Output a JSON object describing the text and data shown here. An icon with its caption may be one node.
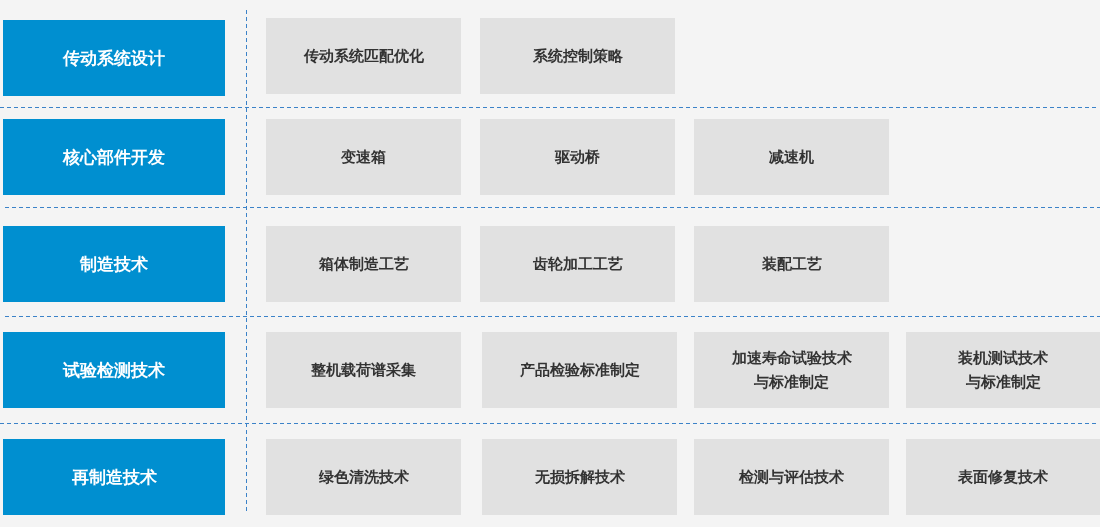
{
  "diagram": {
    "nodes": [
      {
        "text": [
          "传动系统设计"
        ]
      },
      {
        "text": [
          "传动系统匹配优化"
        ]
      },
      {
        "text": [
          "系统控制策略"
        ]
      },
      {
        "text": [
          "核心部件开发"
        ]
      },
      {
        "text": [
          "变速箱"
        ]
      },
      {
        "text": [
          "驱动桥"
        ]
      },
      {
        "text": [
          "减速机"
        ]
      },
      {
        "text": [
          "制造技术"
        ]
      },
      {
        "text": [
          "箱体制造工艺"
        ]
      },
      {
        "text": [
          "齿轮加工工艺"
        ]
      },
      {
        "text": [
          "装配工艺"
        ]
      },
      {
        "text": [
          "试验检测技术"
        ]
      },
      {
        "text": [
          "整机载荷谱采集"
        ]
      },
      {
        "text": [
          "产品检验标准制定"
        ]
      },
      {
        "text": [
          "加速寿命试验技术与标准制定"
        ]
      },
      {
        "text": [
          "装机测试技术与标准制定"
        ]
      },
      {
        "text": [
          "再制造技术"
        ]
      },
      {
        "text": [
          "绿色清洗技术"
        ]
      },
      {
        "text": [
          "无损拆解技术"
        ]
      },
      {
        "text": [
          "检测与评估技术"
        ]
      },
      {
        "text": [
          "表面修复技术"
        ]
      }
    ]
  }
}
